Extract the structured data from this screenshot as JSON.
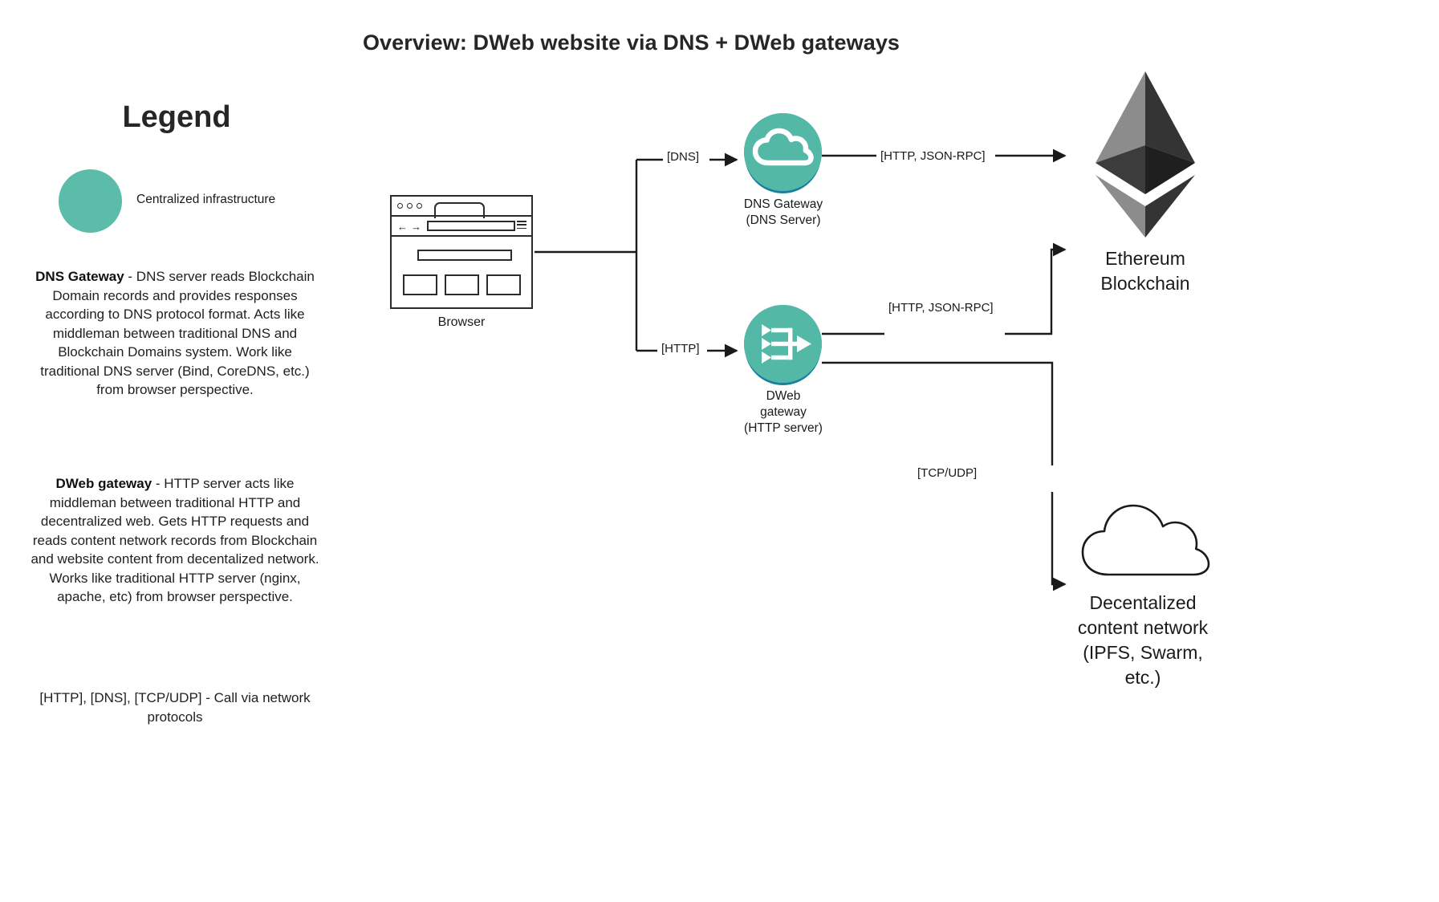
{
  "title": "Overview: DWeb website via DNS + DWeb gateways",
  "legend": {
    "heading": "Legend",
    "swatch_label": "Centralized infrastructure",
    "swatch_color": "#5bbca9",
    "entries": [
      {
        "term": "DNS Gateway",
        "body": " - DNS server reads Blockchain Domain records and provides responses according to DNS protocol format. Acts like middleman between traditional DNS and Blockchain Domains system. Work like traditional DNS server (Bind, CoreDNS, etc.) from browser perspective."
      },
      {
        "term": "DWeb gateway",
        "body": " - HTTP server acts like middleman between traditional HTTP and decentralized web. Gets HTTP requests and reads content network records from Blockchain and website content from decentalized network. Works like traditional HTTP server (nginx, apache, etc) from browser perspective."
      }
    ],
    "protocols_note_prefix": "[HTTP]",
    "protocols_note_rest": ", [DNS], [TCP/UDP] - Call via network protocols"
  },
  "nodes": {
    "browser": {
      "label": "Browser",
      "icon": "browser-window-icon",
      "nav_back": "←",
      "nav_forward": "→"
    },
    "dns_gateway": {
      "label_line1": "DNS Gateway",
      "label_line2": "(DNS Server)",
      "icon": "cloud-icon",
      "color": "#53b9a6",
      "shadow_color": "#17819c"
    },
    "dweb_gateway": {
      "label_line1": "DWeb",
      "label_line2": "gateway",
      "label_line3": "(HTTP server)",
      "icon": "merge-arrows-icon",
      "color": "#53b9a6",
      "shadow_color": "#17819c"
    },
    "ethereum": {
      "label_line1": "Ethereum",
      "label_line2": "Blockchain",
      "icon": "ethereum-diamond-icon"
    },
    "decentralized_network": {
      "label_line1": "Decentalized",
      "label_line2": "content network",
      "label_line3": "(IPFS, Swarm,",
      "label_line4": "etc.)",
      "icon": "cloud-outline-icon"
    }
  },
  "edges": [
    {
      "name": "browser-to-dns-gateway",
      "label": "[DNS]"
    },
    {
      "name": "browser-to-dweb-gateway",
      "label": "[HTTP]"
    },
    {
      "name": "dns-gateway-to-ethereum",
      "label": "[HTTP, JSON-RPC]"
    },
    {
      "name": "dweb-gateway-to-ethereum",
      "label": "[HTTP, JSON-RPC]"
    },
    {
      "name": "dweb-gateway-to-content-network",
      "label": "[TCP/UDP]"
    }
  ]
}
